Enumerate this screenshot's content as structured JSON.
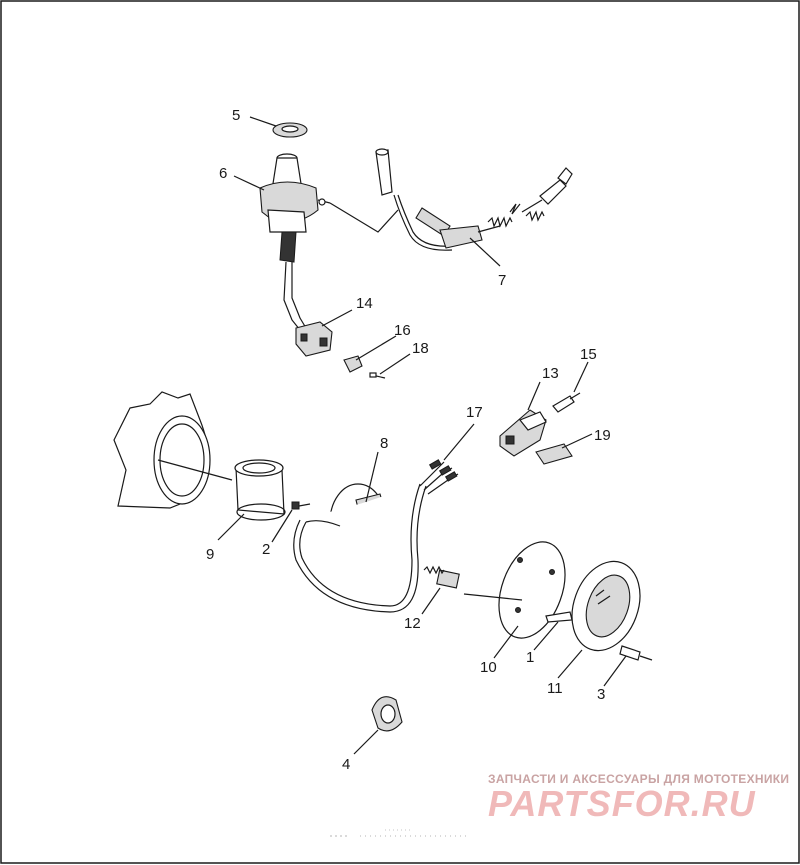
{
  "callouts": [
    "1",
    "2",
    "3",
    "4",
    "5",
    "6",
    "7",
    "8",
    "9",
    "10",
    "11",
    "12",
    "13",
    "14",
    "15",
    "16",
    "17",
    "18",
    "19"
  ],
  "watermark": {
    "tagline": "ЗАПЧАСТИ И АКСЕССУАРЫ ДЛЯ МОТОТЕХНИКИ",
    "brand": "PARTSFOR.RU"
  }
}
